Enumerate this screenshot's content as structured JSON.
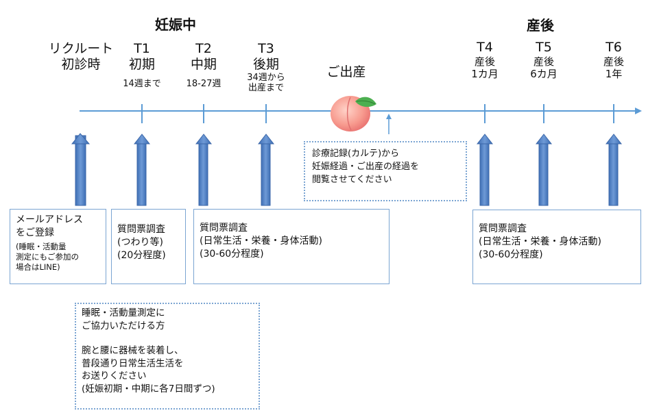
{
  "phases": {
    "pregnancy": "妊娠中",
    "postpartum": "産後"
  },
  "stages": [
    {
      "id": "recruit",
      "lines": [
        "リクルート",
        "初診時"
      ],
      "sub": []
    },
    {
      "id": "t1",
      "lines": [
        "T1",
        "初期"
      ],
      "sub": [
        "14週まで"
      ]
    },
    {
      "id": "t2",
      "lines": [
        "T2",
        "中期"
      ],
      "sub": [
        "18-27週"
      ]
    },
    {
      "id": "t3",
      "lines": [
        "T3",
        "後期"
      ],
      "sub": [
        "34週から",
        "出産まで"
      ]
    },
    {
      "id": "birth",
      "lines": [
        "ご出産"
      ],
      "sub": []
    },
    {
      "id": "t4",
      "lines": [
        "T4"
      ],
      "sub": [
        "産後",
        "1カ月"
      ]
    },
    {
      "id": "t5",
      "lines": [
        "T5"
      ],
      "sub": [
        "産後",
        "6カ月"
      ]
    },
    {
      "id": "t6",
      "lines": [
        "T6"
      ],
      "sub": [
        "産後",
        "1年"
      ]
    }
  ],
  "boxes": {
    "register": {
      "lines": [
        "メールアドレス",
        "をご登録"
      ],
      "small": [
        "(睡眠・活動量",
        "測定にもご参加の",
        "場合はLINE)"
      ]
    },
    "q1": {
      "lines": [
        "質問票調査",
        "(つわり等)",
        "(20分程度)"
      ]
    },
    "q23": {
      "lines": [
        "質問票調査",
        "(日常生活・栄養・身体活動)",
        "(30-60分程度)"
      ]
    },
    "q456": {
      "lines": [
        "質問票調査",
        "(日常生活・栄養・身体活動)",
        "(30-60分程度)"
      ]
    },
    "records": {
      "lines": [
        "診療記録(カルテ)から",
        "妊娠経過・ご出産の経過を",
        "閲覧させてください"
      ]
    },
    "device": {
      "intro": [
        "睡眠・活動量測定に",
        "ご協力いただける方"
      ],
      "body": [
        "腕と腰に器械を装着し、",
        "普段通り日常生活生活を",
        "お送りください",
        "(妊娠初期・中期に各7日間ずつ)"
      ]
    }
  },
  "colors": {
    "timeline": "#5b9bd5",
    "arrow": "#4a7fc7",
    "border": "#7aa4d2",
    "peach": "#f6a0a0"
  }
}
